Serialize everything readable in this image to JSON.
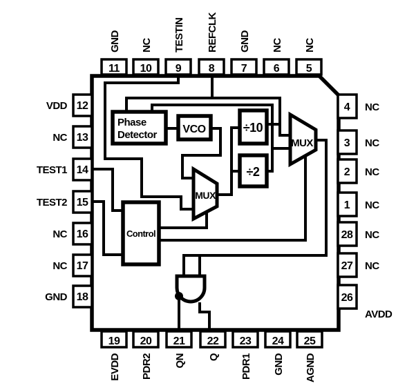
{
  "blocks": {
    "phase_detector": {
      "line1": "Phase",
      "line2": "Detector"
    },
    "vco": "VCO",
    "div10": "÷10",
    "div2": "÷2",
    "mux_top": "MUX",
    "mux_mid": "MUX",
    "control": "Control"
  },
  "pins": {
    "top": [
      {
        "number": "11",
        "label": "GND"
      },
      {
        "number": "10",
        "label": "NC"
      },
      {
        "number": "9",
        "label": "TESTIN"
      },
      {
        "number": "8",
        "label": "REFCLK"
      },
      {
        "number": "7",
        "label": "GND"
      },
      {
        "number": "6",
        "label": "NC"
      },
      {
        "number": "5",
        "label": "NC"
      }
    ],
    "left": [
      {
        "number": "12",
        "label": "VDD"
      },
      {
        "number": "13",
        "label": "NC"
      },
      {
        "number": "14",
        "label": "TEST1"
      },
      {
        "number": "15",
        "label": "TEST2"
      },
      {
        "number": "16",
        "label": "NC"
      },
      {
        "number": "17",
        "label": "NC"
      },
      {
        "number": "18",
        "label": "GND"
      }
    ],
    "right": [
      {
        "number": "4",
        "label": "NC"
      },
      {
        "number": "3",
        "label": "NC"
      },
      {
        "number": "2",
        "label": "NC"
      },
      {
        "number": "1",
        "label": "NC"
      },
      {
        "number": "28",
        "label": "NC"
      },
      {
        "number": "27",
        "label": "NC"
      },
      {
        "number": "26",
        "label": "AVDD"
      }
    ],
    "bottom": [
      {
        "number": "19",
        "label": "EVDD"
      },
      {
        "number": "20",
        "label": "PDR2"
      },
      {
        "number": "21",
        "label": "QN"
      },
      {
        "number": "22",
        "label": "Q"
      },
      {
        "number": "23",
        "label": "PDR1"
      },
      {
        "number": "24",
        "label": "GND"
      },
      {
        "number": "25",
        "label": "AGND"
      }
    ]
  },
  "colors": {
    "line": "#000000",
    "background": "#ffffff"
  }
}
